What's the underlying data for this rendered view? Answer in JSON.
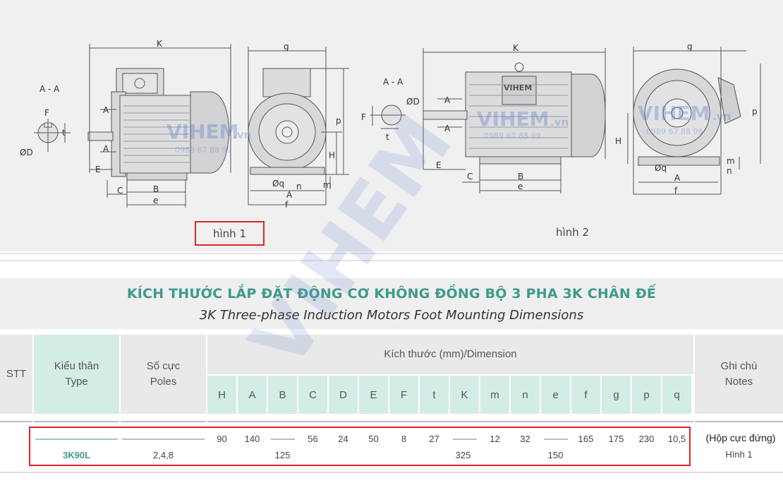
{
  "figures": {
    "caption1": "hình 1",
    "caption2": "hình 2",
    "watermark_brand": "VIHEM",
    "watermark_suffix": ".vn",
    "watermark_phone": "0989 67 88 99",
    "motor_badge": "VIHEM",
    "labels": {
      "K": "K",
      "g": "g",
      "AA": "A - A",
      "A": "A",
      "F": "F",
      "t": "t",
      "D": "ØD",
      "E": "E",
      "C": "C",
      "B": "B",
      "e": "e",
      "p": "p",
      "H": "H",
      "q": "Øq",
      "n": "n",
      "m": "m",
      "f": "f"
    }
  },
  "title": {
    "vietnamese": "KÍCH THƯỚC LẮP ĐẶT ĐỘNG CƠ KHÔNG ĐỒNG BỘ 3 PHA 3K CHÂN ĐẾ",
    "english": "3K Three-phase Induction Motors Foot Mounting Dimensions"
  },
  "table": {
    "headers": {
      "stt": "STT",
      "type_line1": "Kiểu thân",
      "type_line2": "Type",
      "poles_line1": "Số cực",
      "poles_line2": "Poles",
      "dimension": "Kích thước (mm)/Dimension",
      "notes_line1": "Ghi chú",
      "notes_line2": "Notes"
    },
    "dimension_columns": [
      "H",
      "A",
      "B",
      "C",
      "D",
      "E",
      "F",
      "t",
      "K",
      "m",
      "n",
      "e",
      "f",
      "g",
      "p",
      "q"
    ],
    "row": {
      "type": "3K90L",
      "poles": "2,4,8",
      "values": {
        "H": "90",
        "A": "140",
        "B": "125",
        "C": "56",
        "D": "24",
        "E": "50",
        "F": "8",
        "t": "27",
        "K": "325",
        "m": "12",
        "n": "32",
        "e": "150",
        "f": "165",
        "g": "175",
        "p": "230",
        "q": "10,5"
      },
      "note_line1": "(Hộp cực đứng)",
      "note_line2": "Hình 1"
    }
  },
  "colors": {
    "title_teal": "#3e9b8a",
    "highlight_red": "#d9262c",
    "header_teal": "#d4ece6",
    "header_gray": "#e9e9ea"
  }
}
